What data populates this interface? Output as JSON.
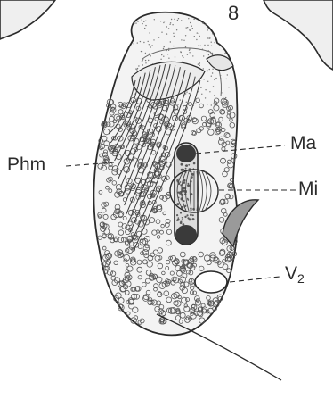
{
  "figure": {
    "number": "8",
    "labels": {
      "phm": "Phm",
      "ma": "Ma",
      "mi": "Mi",
      "v2_letter": "V",
      "v2_sub": "2"
    }
  },
  "colors": {
    "ink": "#2b2b2b",
    "background": "#ffffff",
    "cell_fill": "#f3f3f3",
    "granule": "#555555",
    "nucleus": "#3a3a3a"
  }
}
